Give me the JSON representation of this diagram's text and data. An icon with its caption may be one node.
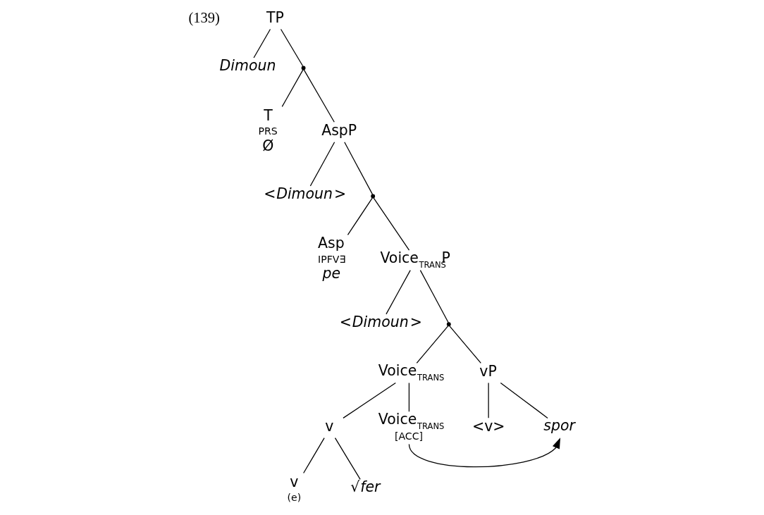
{
  "diagram": {
    "nodes": [
      {
        "text": [
          "TP"
        ]
      },
      {
        "text": [
          "Dimoun"
        ]
      },
      {
        "text": [],
        "shape": "point"
      },
      {
        "text": [
          "T",
          "PRS",
          "Ø"
        ]
      },
      {
        "text": [
          "AspP"
        ]
      },
      {
        "text": [
          "<*Dimoun*>"
        ]
      },
      {
        "text": [],
        "shape": "point"
      },
      {
        "text": [
          "Asp",
          "IPFV∃",
          "pe"
        ]
      },
      {
        "text": [
          "Voice$_{TRANS}$P"
        ]
      },
      {
        "text": [
          "<*Dimoun*>"
        ]
      },
      {
        "text": [],
        "shape": "point"
      },
      {
        "text": [
          "Voice$_{TRANS}$"
        ]
      },
      {
        "text": [
          "vP"
        ]
      },
      {
        "text": [
          "v"
        ]
      },
      {
        "text": [
          "Voice$_{TRANS}$",
          "[ACC]"
        ]
      },
      {
        "text": [
          "<v>"
        ]
      },
      {
        "text": [
          "spor"
        ]
      },
      {
        "text": [
          "v",
          "(e)"
        ]
      },
      {
        "text": [
          "√*fer*"
        ]
      }
    ],
    "edges": [
      {
        "from": 0,
        "to": 1,
        "arrow": "none"
      },
      {
        "from": 0,
        "to": 2,
        "arrow": "none"
      },
      {
        "from": 2,
        "to": 3,
        "arrow": "none"
      },
      {
        "from": 2,
        "to": 4,
        "arrow": "none"
      },
      {
        "from": 4,
        "to": 5,
        "arrow": "none"
      },
      {
        "from": 4,
        "to": 6,
        "arrow": "none"
      },
      {
        "from": 6,
        "to": 7,
        "arrow": "none"
      },
      {
        "from": 6,
        "to": 8,
        "arrow": "none"
      },
      {
        "from": 8,
        "to": 9,
        "arrow": "none"
      },
      {
        "from": 8,
        "to": 10,
        "arrow": "none"
      },
      {
        "from": 10,
        "to": 11,
        "arrow": "none"
      },
      {
        "from": 10,
        "to": 12,
        "arrow": "none"
      },
      {
        "from": 11,
        "to": 13,
        "arrow": "none"
      },
      {
        "from": 11,
        "to": 14,
        "arrow": "none"
      },
      {
        "from": 13,
        "to": 17,
        "arrow": "none"
      },
      {
        "from": 13,
        "to": 18,
        "arrow": "none"
      },
      {
        "from": 12,
        "to": 15,
        "arrow": "none"
      },
      {
        "from": 12,
        "to": 16,
        "arrow": "none"
      },
      {
        "from": 14,
        "to": 16,
        "arrow": "to"
      }
    ],
    "labels": [
      "(139)"
    ]
  }
}
